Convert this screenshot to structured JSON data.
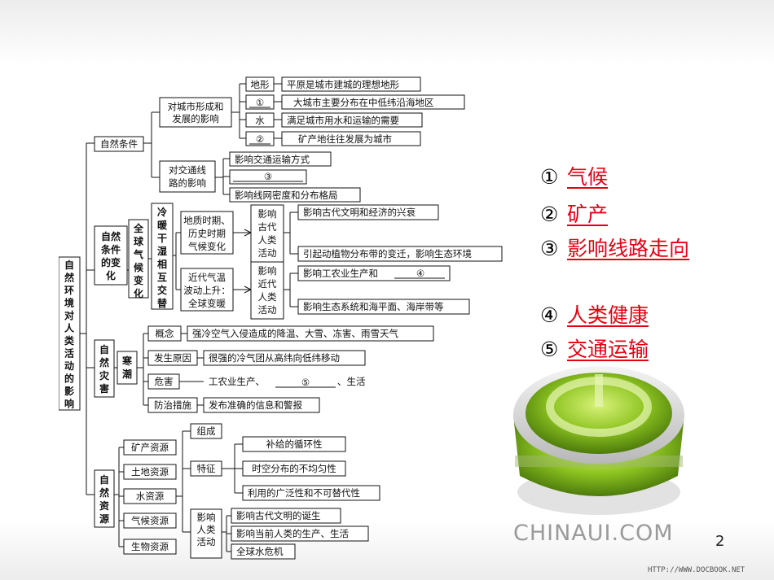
{
  "diagram": {
    "root": "自然环境对人类活动的影响",
    "natural_conditions": {
      "label": "自然条件",
      "city": {
        "label": [
          "对城市形成和",
          "发展的影响"
        ],
        "items": [
          {
            "key": "地形",
            "text": "平原是城市建城的理想地形"
          },
          {
            "key": "①",
            "text": "大城市主要分布在中低纬沿海地区"
          },
          {
            "key": "水",
            "text": "满足城市用水和运输的需要"
          },
          {
            "key": "②",
            "text": "矿产地往往发展为城市"
          }
        ]
      },
      "traffic": {
        "label": [
          "对交通线",
          "路的影响"
        ],
        "items": [
          "影响交通运输方式",
          "③",
          "影响线网密度和分布格局"
        ]
      }
    },
    "condition_change": {
      "label": "自然条件的变化",
      "global_climate": "全球气候变化",
      "cycle": "冷暖干湿相互交替",
      "geologic": {
        "label": [
          "地质时期、",
          "历史时期",
          "气候变化"
        ],
        "impact": "影响古代人类活动",
        "items": [
          "影响古代文明和经济的兴衰",
          "引起动植物分布带的变迁，影响生态环境"
        ]
      },
      "modern": {
        "label": [
          "近代气温",
          "波动上升：",
          "全球变暖"
        ],
        "impact": "影响近代人类活动",
        "items": [
          "影响工农业生产和",
          "影响生态系统和海平面、海岸带等"
        ],
        "blank": "④"
      }
    },
    "disaster": {
      "label": "自然灾害",
      "type": "寒潮",
      "items": [
        {
          "key": "概念",
          "text": "强冷空气入侵造成的降温、大雪、冻害、雨雪天气"
        },
        {
          "key": "发生原因",
          "text": "很强的冷气团从高纬向低纬移动"
        },
        {
          "key": "危害",
          "text": "工农业生产、",
          "blank": "⑤",
          "tail": "、生活"
        },
        {
          "key": "防治措施",
          "text": "发布准确的信息和警报"
        }
      ]
    },
    "resources": {
      "label": "自然资源",
      "types": [
        "矿产资源",
        "土地资源",
        "水资源",
        "气候资源",
        "生物资源"
      ],
      "composition": "组成",
      "feature": "特征",
      "features": [
        "补给的循环性",
        "时空分布的不均匀性",
        "利用的广泛性和不可替代性"
      ],
      "influence": "影响人类活动",
      "influences": [
        "影响古代文明的诞生",
        "影响当前人类的生产、生活",
        "全球水危机"
      ]
    }
  },
  "answers": [
    {
      "num": "①",
      "text": "气候"
    },
    {
      "num": "②",
      "text": "矿产"
    },
    {
      "num": "③",
      "text": "影响线路走向"
    },
    {
      "num": "④",
      "text": "人类健康"
    },
    {
      "num": "⑤",
      "text": "交通运输"
    }
  ],
  "brand": "CHINAUI.COM",
  "page_number": "2",
  "footer_url": "HTTP://WWW.DOCBOOK.NET",
  "colors": {
    "answer": "#e60012",
    "logo_green": "#8cc320"
  }
}
